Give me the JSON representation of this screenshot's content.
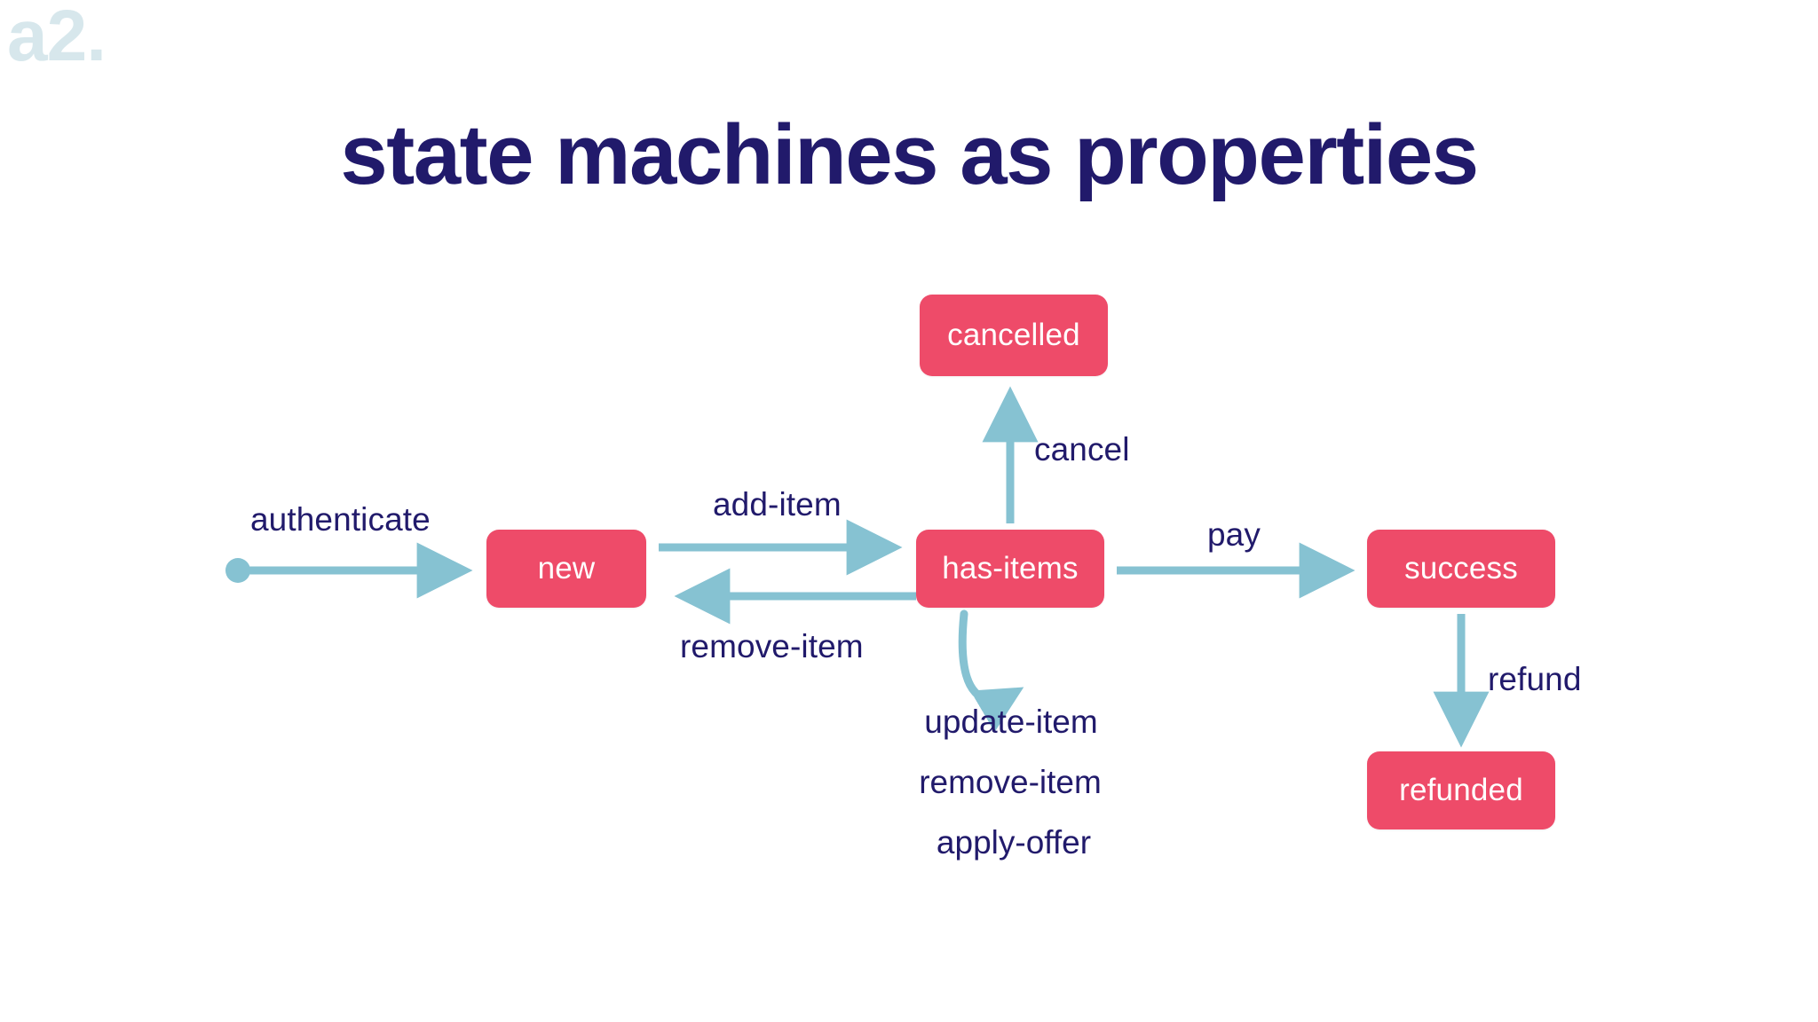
{
  "slide": {
    "watermark": "a2.",
    "title": "state machines as properties",
    "background_color": "#ffffff",
    "title_color": "#211a6b",
    "watermark_color": "#d7e7ec"
  },
  "diagram": {
    "type": "state-machine",
    "node_color": "#ee4b69",
    "node_text_color": "#ffffff",
    "edge_color": "#86c2d2",
    "label_color": "#211a6b",
    "initial_marker": "start-dot",
    "states": [
      {
        "id": "cancelled",
        "label": "cancelled"
      },
      {
        "id": "new",
        "label": "new"
      },
      {
        "id": "has-items",
        "label": "has-items"
      },
      {
        "id": "success",
        "label": "success"
      },
      {
        "id": "refunded",
        "label": "refunded"
      }
    ],
    "transitions": [
      {
        "from": "start",
        "to": "new",
        "label": "authenticate"
      },
      {
        "from": "new",
        "to": "has-items",
        "label": "add-item"
      },
      {
        "from": "has-items",
        "to": "new",
        "label": "remove-item"
      },
      {
        "from": "has-items",
        "to": "cancelled",
        "label": "cancel"
      },
      {
        "from": "has-items",
        "to": "success",
        "label": "pay"
      },
      {
        "from": "success",
        "to": "refunded",
        "label": "refund"
      }
    ],
    "self_transitions": {
      "state": "has-items",
      "labels": [
        "update-item",
        "remove-item",
        "apply-offer"
      ]
    }
  }
}
